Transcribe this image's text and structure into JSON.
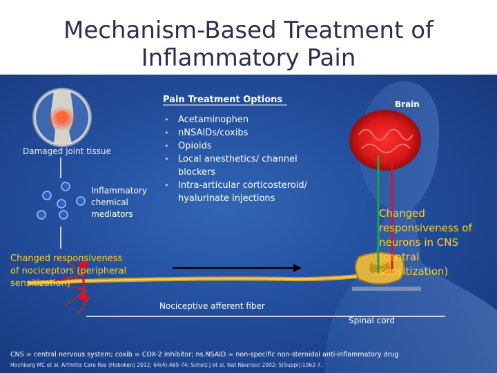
{
  "title_line1": "Mechanism-Based Treatment of",
  "title_line2": "Inflammatory Pain",
  "options_heading": "Pain Treatment Options",
  "treatments": [
    "Acetaminophen",
    "nNSAIDs/coxibs",
    "Opioids",
    "Local anesthetics/ channel blockers",
    "Intra-articular corticosteroid/ hyalurinate injections"
  ],
  "labels": {
    "brain": "Brain",
    "damaged_joint": "Damaged joint tissue",
    "inflammatory_mediators": "Inflammatory chemical mediators",
    "peripheral": "Changed responsiveness of nociceptors (peripheral sensitization)",
    "central": "Changed responsiveness of neurons in CNS (central sensitization)",
    "afferent_fiber": "Nociceptive afferent fiber",
    "spinal_cord": "Spinal cord"
  },
  "footnote": "CNS = central nervous system; coxib = COX-2 inhibitor; ns.NSAID = non-specific non-steroidal anti-inflammatory drug",
  "citation": "Hochberg MC et al. Arthritis Care Res (Hoboken) 2012; 64(4):465-74; Scholz J et al. Nat Neurosci 2002; 5(Suppl):1062-7.",
  "colors": {
    "red": "#e01020",
    "green": "#14a650",
    "yellow": "#ffd21f",
    "nerve": "#d9a521",
    "mediator": "#2b5ec9"
  }
}
